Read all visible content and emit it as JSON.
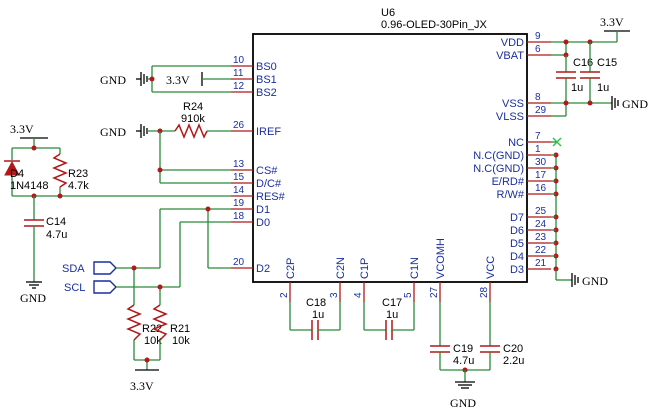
{
  "ic": {
    "ref": "U6",
    "value": "0.96-OLED-30Pin_JX",
    "left_pins": [
      {
        "num": "10",
        "name": "BS0"
      },
      {
        "num": "11",
        "name": "BS1"
      },
      {
        "num": "12",
        "name": "BS2"
      },
      {
        "num": "26",
        "name": "IREF"
      },
      {
        "num": "13",
        "name": "CS#"
      },
      {
        "num": "15",
        "name": "D/C#"
      },
      {
        "num": "14",
        "name": "RES#"
      },
      {
        "num": "19",
        "name": "D1"
      },
      {
        "num": "18",
        "name": "D0"
      },
      {
        "num": "20",
        "name": "D2"
      }
    ],
    "right_pins": [
      {
        "num": "9",
        "name": "VDD"
      },
      {
        "num": "6",
        "name": "VBAT"
      },
      {
        "num": "8",
        "name": "VSS"
      },
      {
        "num": "29",
        "name": "VLSS"
      },
      {
        "num": "7",
        "name": "NC"
      },
      {
        "num": "1",
        "name": "N.C(GND)"
      },
      {
        "num": "30",
        "name": "N.C(GND)"
      },
      {
        "num": "17",
        "name": "E/RD#"
      },
      {
        "num": "16",
        "name": "R/W#"
      },
      {
        "num": "25",
        "name": "D7"
      },
      {
        "num": "24",
        "name": "D6"
      },
      {
        "num": "23",
        "name": "D5"
      },
      {
        "num": "22",
        "name": "D4"
      },
      {
        "num": "21",
        "name": "D3"
      }
    ],
    "bottom_pins": [
      {
        "num": "2",
        "name": "C2P"
      },
      {
        "num": "3",
        "name": "C2N"
      },
      {
        "num": "4",
        "name": "C1P"
      },
      {
        "num": "5",
        "name": "C1N"
      },
      {
        "num": "27",
        "name": "VCOMH"
      },
      {
        "num": "28",
        "name": "VCC"
      }
    ]
  },
  "parts": {
    "r24": {
      "ref": "R24",
      "value": "910k"
    },
    "r23": {
      "ref": "R23",
      "value": "4.7k"
    },
    "d4": {
      "ref": "D4",
      "value": "1N4148"
    },
    "c14": {
      "ref": "C14",
      "value": "4.7u"
    },
    "r22": {
      "ref": "R22",
      "value": "10k"
    },
    "r21": {
      "ref": "R21",
      "value": "10k"
    },
    "c18": {
      "ref": "C18",
      "value": "1u"
    },
    "c17": {
      "ref": "C17",
      "value": "1u"
    },
    "c19": {
      "ref": "C19",
      "value": "4.7u"
    },
    "c20": {
      "ref": "C20",
      "value": "2.2u"
    },
    "c16": {
      "ref": "C16",
      "value": "1u"
    },
    "c15": {
      "ref": "C15",
      "value": "1u"
    }
  },
  "power": {
    "v33": "3.3V",
    "gnd": "GND"
  },
  "nets": {
    "sda": "SDA",
    "scl": "SCL"
  }
}
